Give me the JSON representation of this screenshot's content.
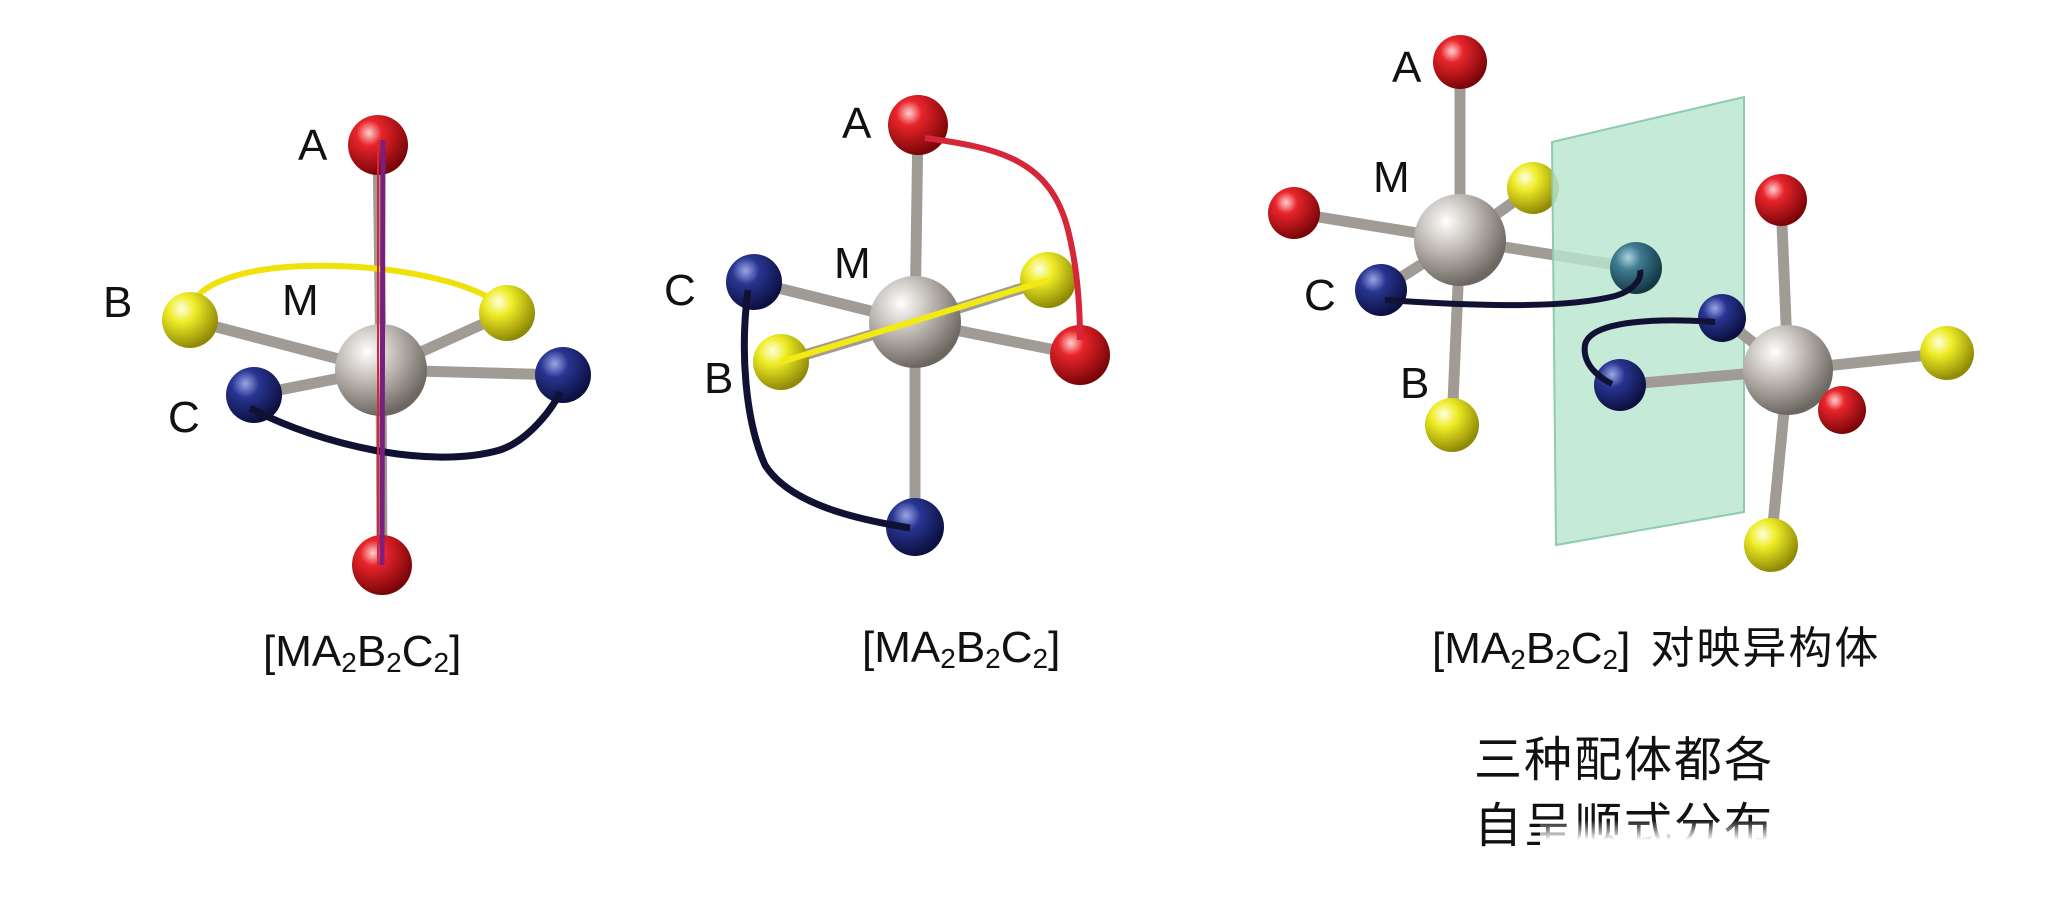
{
  "colors": {
    "A": "#d4141b",
    "B": "#e8e61a",
    "C": "#1c2770",
    "M": "#b5b0aa",
    "mirror": "#b9e5cf"
  },
  "figure1": {
    "labels": {
      "A": "A",
      "B": "B",
      "C": "C",
      "M": "M"
    },
    "caption": {
      "open": "[MA",
      "s1": "2",
      "mid1": "B",
      "s2": "2",
      "mid2": "C",
      "s3": "2",
      "close": "]"
    }
  },
  "figure2": {
    "labels": {
      "A": "A",
      "B": "B",
      "C": "C",
      "M": "M"
    },
    "caption": {
      "open": "[MA",
      "s1": "2",
      "mid1": "B",
      "s2": "2",
      "mid2": "C",
      "s3": "2",
      "close": "]"
    }
  },
  "figure3": {
    "labels": {
      "A": "A",
      "B": "B",
      "C": "C",
      "M": "M"
    },
    "caption": {
      "open": "[MA",
      "s1": "2",
      "mid1": "B",
      "s2": "2",
      "mid2": "C",
      "s3": "2",
      "close": "]",
      "suffix": "对映异构体"
    }
  },
  "note": {
    "line1": "三种配体都各",
    "line2": "自呈顺式分布"
  }
}
